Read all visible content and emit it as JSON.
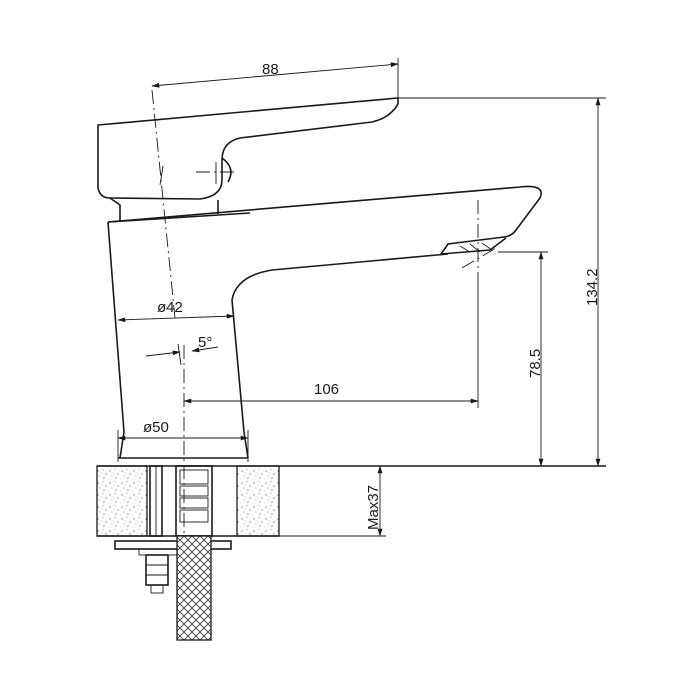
{
  "drawing": {
    "dimensions": {
      "handle_length": "88",
      "body_diameter_top": "ø42",
      "handle_angle": "5°",
      "spout_reach": "106",
      "base_diameter": "ø50",
      "spout_height": "78.5",
      "total_height": "134.2",
      "max_countertop_thickness": "Max37"
    }
  }
}
